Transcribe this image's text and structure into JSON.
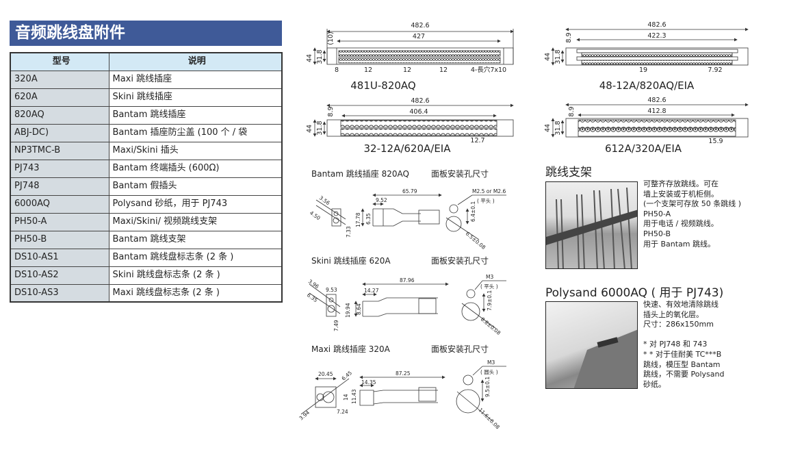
{
  "title": "音频跳线盘附件",
  "table": {
    "headers": [
      "型号",
      "说明"
    ],
    "rows": [
      {
        "model": "320A",
        "desc": " Maxi 跳线插座"
      },
      {
        "model": "620A",
        "desc": "Skini 跳线插座"
      },
      {
        "model": "820AQ",
        "desc": "Bantam 跳线插座"
      },
      {
        "model": "ABJ-DC)",
        "desc": "Bantam 插座防尘盖 (100 个 / 袋"
      },
      {
        "model": "NP3TMC-B",
        "desc": "Maxi/Skini 插头"
      },
      {
        "model": "PJ743",
        "desc": "Bantam 终端插头 (600Ω)"
      },
      {
        "model": "PJ748",
        "desc": "Bantam 假插头"
      },
      {
        "model": "6000AQ",
        "desc": "Polysand 砂纸，用于 PJ743"
      },
      {
        "model": "PH50-A",
        "desc": "Maxi/Skini/ 视频跳线支架"
      },
      {
        "model": "PH50-B",
        "desc": "Bantam 跳线支架"
      },
      {
        "model": "DS10-AS1",
        "desc": "Bantam 跳线盘标志条 (2 条 )"
      },
      {
        "model": "DS10-AS2",
        "desc": "Skini 跳线盘标志条 (2 条 )"
      },
      {
        "model": "DS10-AS3",
        "desc": "Maxi 跳线盘标志条 (2 条 )"
      }
    ]
  },
  "panels": {
    "p481": {
      "name": "481U-820AQ",
      "width": "482.6",
      "inner": "427",
      "h": "44",
      "h2": "31.8",
      "top": "(10)",
      "d1": "8",
      "d2": "12",
      "d3": "12",
      "d4": "12",
      "slot": "4-長穴7x10"
    },
    "p32": {
      "name": "32-12A/620A/EIA",
      "width": "482.6",
      "inner": "406.4",
      "h": "44",
      "h2": "31.8",
      "top": "8.9",
      "pitch": "12.7"
    },
    "p48": {
      "name": "48-12A/820AQ/EIA",
      "width": "482.6",
      "inner": "422.3",
      "h": "44",
      "h2": "31.8",
      "top": "8.9",
      "gap": "19",
      "pitch": "7.92"
    },
    "p612": {
      "name": "612A/320A/EIA",
      "width": "482.6",
      "inner": "412.8",
      "h": "44",
      "h2": "31.8",
      "top": "8.9",
      "pitch": "15.9"
    }
  },
  "jacks": {
    "bantam": {
      "title": "Bantam 跳线插座 820AQ",
      "hole_title": "面板安装孔尺寸",
      "dims": [
        "3.56",
        "4.50",
        "7.33",
        "17.78",
        "6.35",
        "9.52",
        "65.79",
        "6.4±0.1",
        "6.5±0.08"
      ],
      "screw": "M2.5 or M2.6",
      "head": "( 平头 )"
    },
    "skini": {
      "title": "Skini 跳线插座 620A",
      "hole_title": "面板安装孔尺寸",
      "dims": [
        "3.96",
        "6.35",
        "9.53",
        "7.49",
        "19.94",
        "8.64",
        "14.27",
        "87.96",
        "7.9±0.1",
        "8.8±0.08"
      ],
      "screw": "M3",
      "head": "( 平头 )"
    },
    "maxi": {
      "title": "Maxi 跳线插座 320A",
      "hole_title": "面板安装孔尺寸",
      "dims": [
        "20.45",
        "6.45",
        "3.94",
        "7.24",
        "14",
        "11.43",
        "14.35",
        "87.25",
        "9.5±0.1",
        "11.6±0.08"
      ],
      "screw": "M3",
      "head": "( 圆头 )"
    }
  },
  "rack": {
    "title": "跳线支架",
    "lines": [
      "可整齐存放跳线。可在",
      "墙上安装或于机柜侧。",
      "(一个支架可存放 50 条跳线 )",
      "PH50-A",
      "用于电话 / 视频跳线。",
      "PH50-B",
      "用于 Bantam 跳线。"
    ]
  },
  "polysand": {
    "title": "Polysand 6000AQ ( 用于 PJ743)",
    "lines": [
      "快速、有效地清除跳线",
      "插头上的氧化层。",
      "尺寸：286x150mm",
      "",
      "* 对 PJ748 和 743",
      "* * 对于佳耐美 TC***B",
      "跳线，模压型 Bantam",
      "跳线，不需要 Polysand",
      "砂纸。"
    ]
  },
  "colors": {
    "title_bg": "#3f5a98",
    "header_bg": "#d3e9f5",
    "model_bg": "#d5dce1"
  }
}
